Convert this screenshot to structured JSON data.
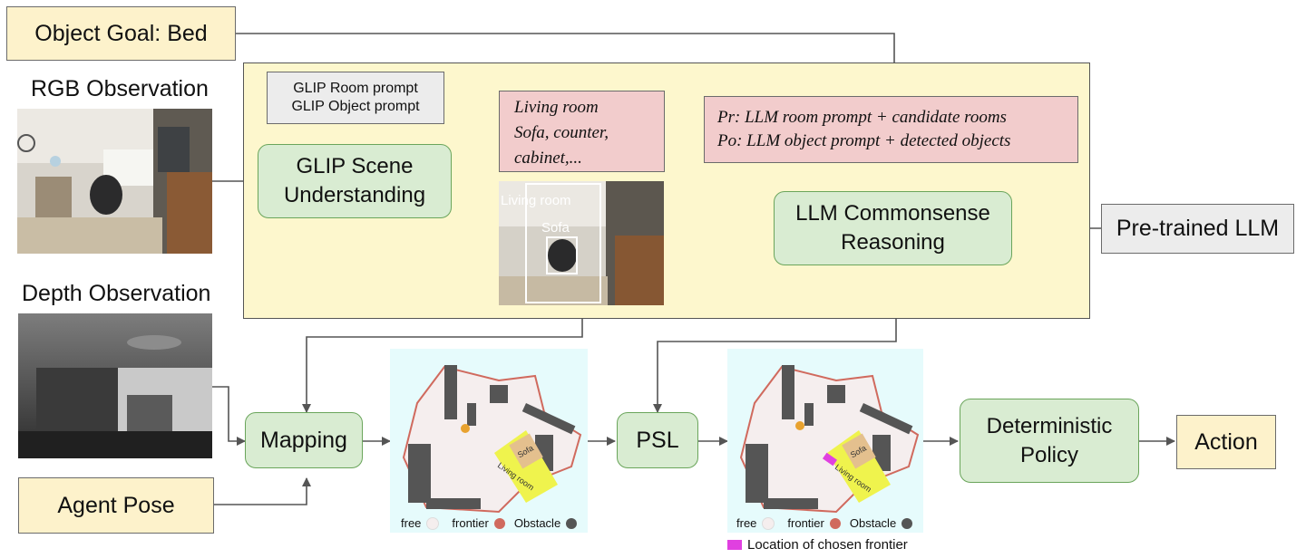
{
  "object_goal": "Object Goal: Bed",
  "rgb_label": "RGB Observation",
  "depth_label": "Depth Observation",
  "agent_pose": "Agent Pose",
  "glip_prompt": [
    "GLIP Room prompt",
    "GLIP Object prompt"
  ],
  "glip_module": [
    "GLIP Scene",
    "Understanding"
  ],
  "glip_output": [
    "Living room",
    "Sofa, counter,",
    "cabinet,..."
  ],
  "detection": {
    "room_label": "Living room",
    "object_label": "Sofa"
  },
  "llm_prompt": [
    "Pr: LLM room prompt + candidate rooms",
    "Po: LLM object prompt + detected objects"
  ],
  "llm_module": [
    "LLM Commonsense",
    "Reasoning"
  ],
  "pretrained_llm": "Pre-trained LLM",
  "mapping": "Mapping",
  "psl": "PSL",
  "policy": [
    "Deterministic",
    "Policy"
  ],
  "action": "Action",
  "map_labels": {
    "sofa": "Sofa",
    "room": "Living room"
  },
  "legend": {
    "free": "free",
    "frontier": "frontier",
    "obstacle": "Obstacle",
    "chosen": "Location of chosen frontier"
  },
  "colors": {
    "free": "#f5eeee",
    "frontier": "#d06a5e",
    "obstacle": "#555555",
    "chosen": "#e040e0",
    "map_bg": "#e6fbfc"
  }
}
